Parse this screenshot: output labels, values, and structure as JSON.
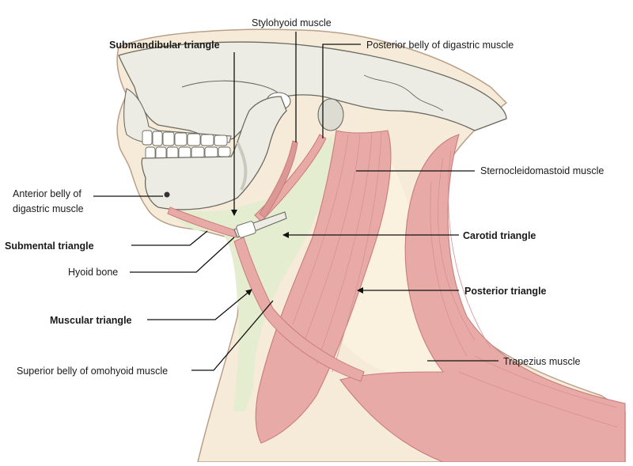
{
  "labels": {
    "stylohyoid": "Stylohyoid muscle",
    "submandibular_triangle": "Submandibular triangle",
    "posterior_belly_digastric": "Posterior belly of digastric muscle",
    "sternocleidomastoid": "Sternocleidomastoid muscle",
    "anterior_belly_line1": "Anterior belly of",
    "anterior_belly_line2": "digastric muscle",
    "submental_triangle": "Submental triangle",
    "carotid_triangle": "Carotid triangle",
    "hyoid_bone": "Hyoid bone",
    "posterior_triangle": "Posterior triangle",
    "muscular_triangle": "Muscular triangle",
    "trapezius": "Trapezius muscle",
    "superior_belly_omohyoid": "Superior belly of omohyoid muscle"
  },
  "colors": {
    "skin": "#f6ead8",
    "skin_outline": "#b8a089",
    "bone": "#ecece4",
    "bone_shadow": "#c9c9bd",
    "bone_outline": "#6b6b62",
    "muscle": "#e8aaa7",
    "muscle_dark": "#c97c79",
    "muscle_fiber": "#d8918e",
    "triangle_fill": "#e4edcf",
    "posterior_fill": "#fbf1df",
    "leader": "#111111"
  }
}
